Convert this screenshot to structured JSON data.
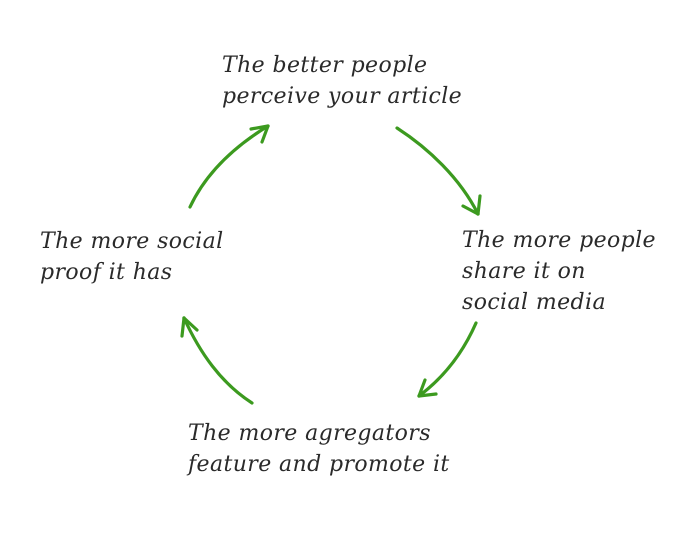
{
  "diagram": {
    "accent_color": "#3c9a1f",
    "text_color": "#2a2a2a",
    "nodes": {
      "top": [
        "The better people",
        "perceive your article"
      ],
      "right": [
        "The more people",
        "share it on",
        "social media"
      ],
      "bottom": [
        "The more agregators",
        "feature and promote it"
      ],
      "left": [
        "The more social",
        "proof it has"
      ]
    },
    "arrow_icon": "curved-arrow-icon"
  }
}
